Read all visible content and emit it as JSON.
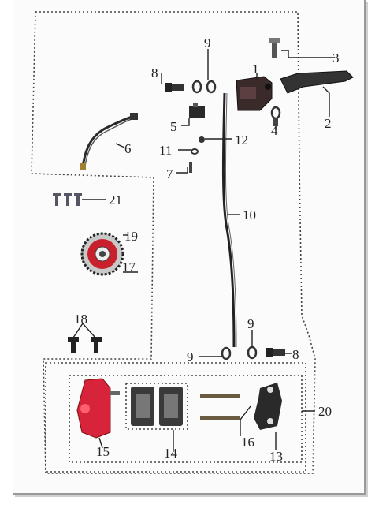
{
  "diagram": {
    "labels": [
      "1",
      "2",
      "3",
      "4",
      "5",
      "6",
      "7",
      "8",
      "8",
      "9",
      "9",
      "9",
      "10",
      "11",
      "12",
      "13",
      "14",
      "15",
      "16",
      "17",
      "18",
      "19",
      "20",
      "21"
    ],
    "colors": {
      "caliper_red": "#d8243a",
      "disc_red": "#c8202c",
      "metal_dark": "#2a2a2a",
      "line": "#222222"
    }
  }
}
